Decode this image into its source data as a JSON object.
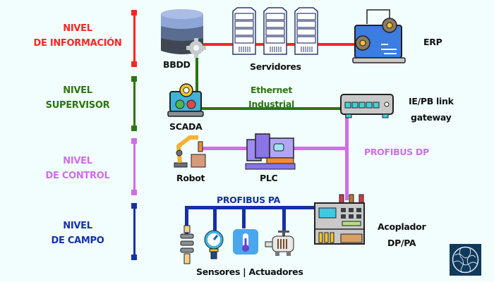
{
  "colors": {
    "background": "#f1fefd",
    "informacion": "#ff2424",
    "supervisor": "#2e7410",
    "control": "#cf6ee6",
    "campo": "#1530a6",
    "text": "#111111",
    "logo_bg": "#0f3a5c"
  },
  "levels": [
    {
      "line1": "NIVEL",
      "line2": "DE INFORMACIÓN"
    },
    {
      "line1": "NIVEL",
      "line2": "SUPERVISOR"
    },
    {
      "line1": "NIVEL",
      "line2": "DE CONTROL"
    },
    {
      "line1": "NIVEL",
      "line2": "DE CAMPO"
    }
  ],
  "nodes": {
    "bbdd": "BBDD",
    "servidores": "Servidores",
    "erp": "ERP",
    "scada": "SCADA",
    "gateway_line1": "IE/PB link",
    "gateway_line2": "gateway",
    "robot": "Robot",
    "plc": "PLC",
    "acoplador_line1": "Acoplador",
    "acoplador_line2": "DP/PA",
    "sensores_actuadores": "Sensores | Actuadores"
  },
  "buses": {
    "ethernet_line1": "Ethernet",
    "ethernet_line2": "Industrial",
    "profibus_dp": "PROFIBUS DP",
    "profibus_pa": "PROFIBUS PA"
  },
  "icons": {
    "database": "database-icon",
    "server": "server-icon",
    "erp": "laptop-gears-icon",
    "scada": "laptop-check-icon",
    "gateway": "network-switch-icon",
    "robot": "robot-arm-icon",
    "plc": "plc-icon",
    "coupler": "control-panel-icon",
    "sensor_spring": "spring-sensor-icon",
    "sensor_pressure": "pressure-gauge-icon",
    "sensor_temperature": "thermometer-icon",
    "actuator_motor": "motor-icon",
    "logo": "globe-puzzle-logo"
  }
}
